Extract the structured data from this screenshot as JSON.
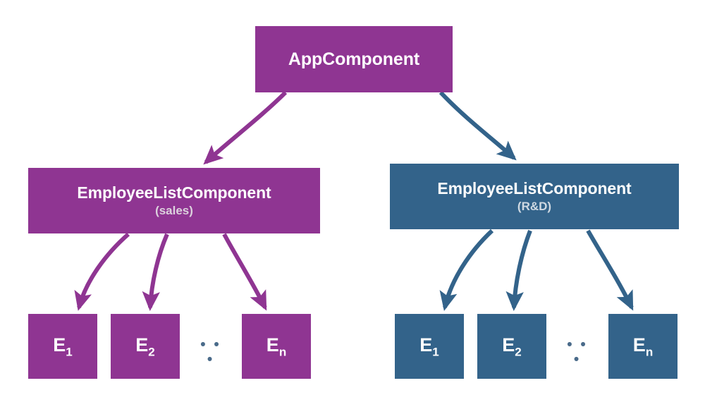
{
  "diagram": {
    "title": "Angular component tree with two EmployeeListComponent branches",
    "colors": {
      "purple": "#8f3592",
      "blue": "#33638a",
      "purple_subtext": "#dcd2dd",
      "blue_subtext": "#cfd9e2",
      "ellipsis": "#4a6b8a",
      "background": "#ffffff"
    },
    "root": {
      "label": "AppComponent"
    },
    "branches": [
      {
        "id": "sales",
        "color": "#8f3592",
        "list": {
          "label": "EmployeeListComponent",
          "sublabel": "(sales)"
        },
        "ellipsis": "• • •",
        "leaves": [
          {
            "label": "E",
            "subscript": "1"
          },
          {
            "label": "E",
            "subscript": "2"
          },
          {
            "label": "E",
            "subscript": "n"
          }
        ]
      },
      {
        "id": "rd",
        "color": "#33638a",
        "list": {
          "label": "EmployeeListComponent",
          "sublabel": "(R&D)"
        },
        "ellipsis": "• • •",
        "leaves": [
          {
            "label": "E",
            "subscript": "1"
          },
          {
            "label": "E",
            "subscript": "2"
          },
          {
            "label": "E",
            "subscript": "n"
          }
        ]
      }
    ],
    "edges": [
      {
        "from": "AppComponent",
        "to": "EmployeeListComponent (sales)",
        "color": "#8f3592"
      },
      {
        "from": "AppComponent",
        "to": "EmployeeListComponent (R&D)",
        "color": "#33638a"
      },
      {
        "from": "EmployeeListComponent (sales)",
        "to": "E1",
        "color": "#8f3592"
      },
      {
        "from": "EmployeeListComponent (sales)",
        "to": "E2",
        "color": "#8f3592"
      },
      {
        "from": "EmployeeListComponent (sales)",
        "to": "En",
        "color": "#8f3592"
      },
      {
        "from": "EmployeeListComponent (R&D)",
        "to": "E1",
        "color": "#33638a"
      },
      {
        "from": "EmployeeListComponent (R&D)",
        "to": "E2",
        "color": "#33638a"
      },
      {
        "from": "EmployeeListComponent (R&D)",
        "to": "En",
        "color": "#33638a"
      }
    ]
  }
}
